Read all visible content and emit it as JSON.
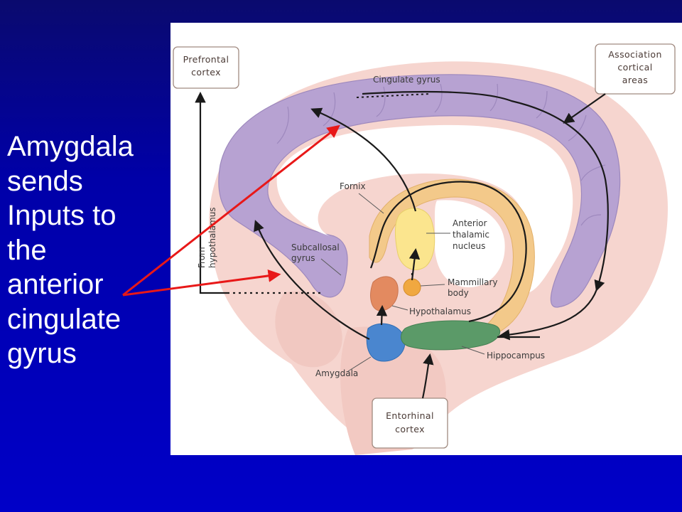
{
  "caption": {
    "lines": [
      "Amygdala",
      "sends",
      "Inputs to",
      "the",
      "anterior",
      "cingulate",
      "gyrus"
    ]
  },
  "diagram": {
    "boxes": {
      "prefrontal_cortex": [
        "Prefrontal",
        "cortex"
      ],
      "association_cortical_areas": [
        "Association",
        "cortical",
        "areas"
      ],
      "entorhinal_cortex": [
        "Entorhinal",
        "cortex"
      ]
    },
    "labels": {
      "cingulate_gyrus": "Cingulate gyrus",
      "fornix": "Fornix",
      "anterior_thalamic_nucleus": [
        "Anterior",
        "thalamic",
        "nucleus"
      ],
      "subcallosal_gyrus": [
        "Subcallosal",
        "gyrus"
      ],
      "from_hypothalamus": [
        "From",
        "hypothalamus"
      ],
      "mammillary_body": [
        "Mammillary",
        "body"
      ],
      "hypothalamus": "Hypothalamus",
      "hippocampus": "Hippocampus",
      "amygdala": "Amygdala"
    }
  },
  "colors": {
    "background_blue": "#0000c8",
    "caption_text": "#ffffff",
    "cingulate_purple": "#b7a2d2",
    "fornix_orange": "#f3c98a",
    "thalamus_yellow": "#fbe58e",
    "amygdala_blue": "#4a86cf",
    "hippocampus_green": "#5b9a68",
    "hypothalamus_orange": "#e38a60",
    "mammillary_orange": "#f0a840",
    "annotation_arrow_red": "#e81818"
  }
}
